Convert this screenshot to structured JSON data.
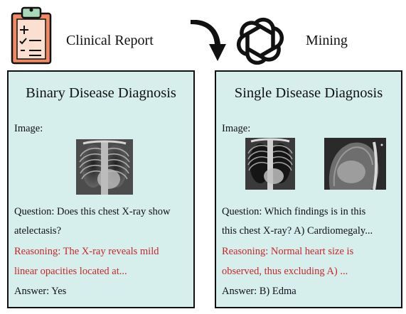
{
  "header": {
    "left_label": "Clinical Report",
    "right_label": "Mining",
    "left_icon": "clipboard-checklist-icon",
    "arrow_icon": "curved-arrow-icon",
    "right_icon": "openai-logo-icon",
    "clipboard_color": "#f08a64",
    "clip_color": "#a8d8b9"
  },
  "left_panel": {
    "title": "Binary Disease Diagnosis",
    "image_label": "Image:",
    "question_line1": "Question: Does this chest X-ray show",
    "question_line2": "atelectasis?",
    "reasoning_line1": "Reasoning: The X-ray reveals mild",
    "reasoning_line2": "linear opacities located at...",
    "answer": "Answer: Yes"
  },
  "right_panel": {
    "title": "Single Disease Diagnosis",
    "image_label": "Image:",
    "question_line1": "Question: Which findings is in this",
    "question_line2": "this chest X-ray? A) Cardiomegaly...",
    "reasoning_line1": "Reasoning: Normal heart size is",
    "reasoning_line2": "observed, thus excluding A) ...",
    "answer": "Answer: B) Edma"
  },
  "colors": {
    "panel_bg": "#d6efec",
    "reasoning_text": "#c62828"
  }
}
